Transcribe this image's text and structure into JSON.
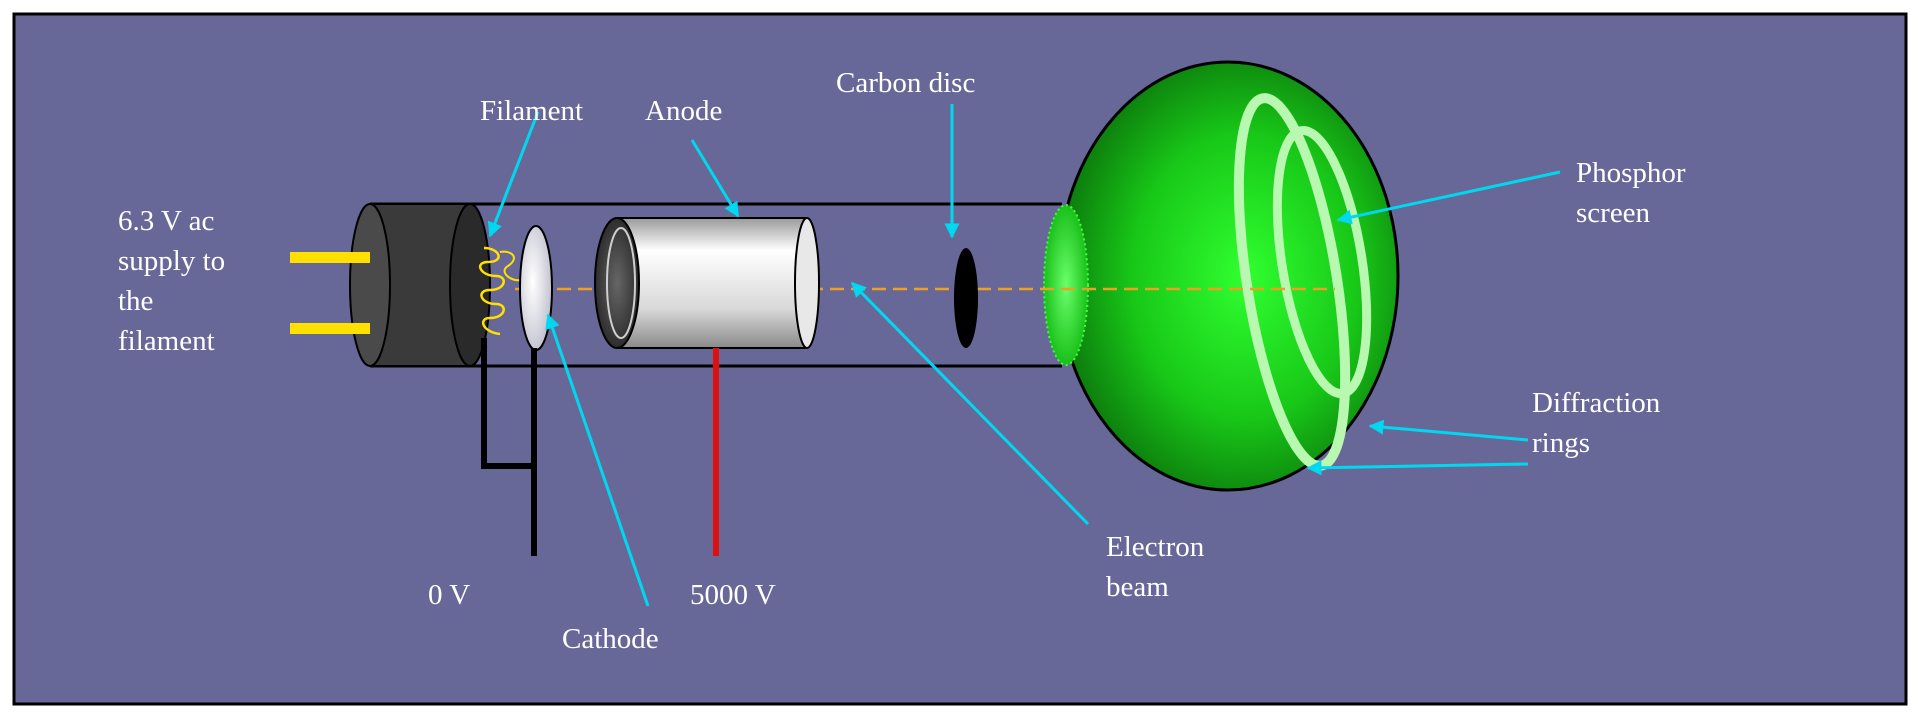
{
  "diagram": {
    "colors": {
      "background": "#686898",
      "pointer": "#00d8f0",
      "beam": "#f0a020",
      "tube_outline": "#000000",
      "pins": "#ffe000",
      "anode_lead": "#e01010",
      "screen_green": "#20d020",
      "rings": "#b8f8b0"
    },
    "labels": {
      "supply": [
        "6.3 V ac",
        "supply to",
        "the",
        "filament"
      ],
      "filament": "Filament",
      "anode": "Anode",
      "carbon_disc": "Carbon disc",
      "phosphor_screen": [
        "Phosphor",
        "screen"
      ],
      "diffraction_rings": [
        "Diffraction",
        "rings"
      ],
      "electron_beam": [
        "Electron",
        "beam"
      ],
      "zero_volts": "0 V",
      "cathode": "Cathode",
      "anode_voltage": "5000 V"
    }
  }
}
